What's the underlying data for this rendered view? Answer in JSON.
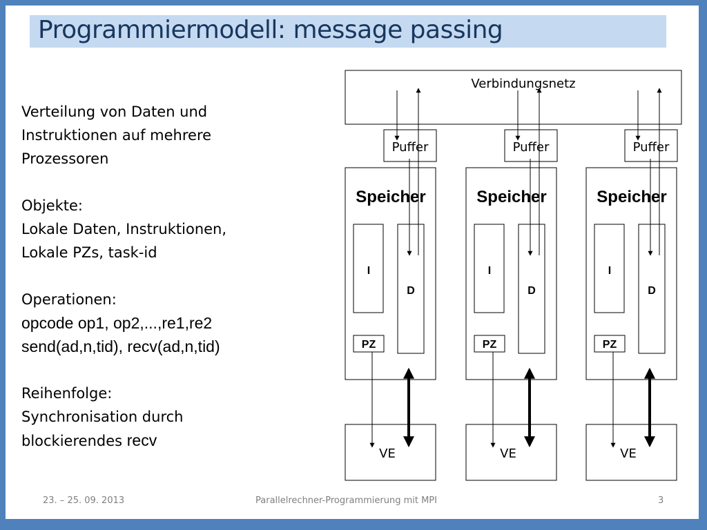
{
  "slide": {
    "title": "Programmiermodell: message passing",
    "body": {
      "distribution": [
        "Verteilung von Daten und",
        "Instruktionen auf mehrere",
        "Prozessoren"
      ],
      "objects_heading": "Objekte:",
      "objects": [
        "Lokale Daten, Instruktionen,",
        "Lokale PZs, task-id"
      ],
      "operations_heading": "Operationen:",
      "operations": [
        "opcode op1, op2,...,re1,re2",
        "send(ad,n,tid), recv(ad,n,tid)"
      ],
      "order_heading": "Reihenfolge:",
      "order_line1": "Synchronisation durch",
      "order_line2_text": "blockierendes ",
      "order_line2_code": "recv"
    },
    "footer": {
      "date": "23. – 25. 09. 2013",
      "course": "Parallelrechner-Programmierung mit MPI",
      "page": "3"
    }
  },
  "diagram": {
    "network_label": "Verbindungsnetz",
    "buffer_label": "Puffer",
    "memory_label": "Speicher",
    "instruction_label": "I",
    "data_label": "D",
    "pc_label": "PZ",
    "unit_label": "VE",
    "node_count": 3
  }
}
